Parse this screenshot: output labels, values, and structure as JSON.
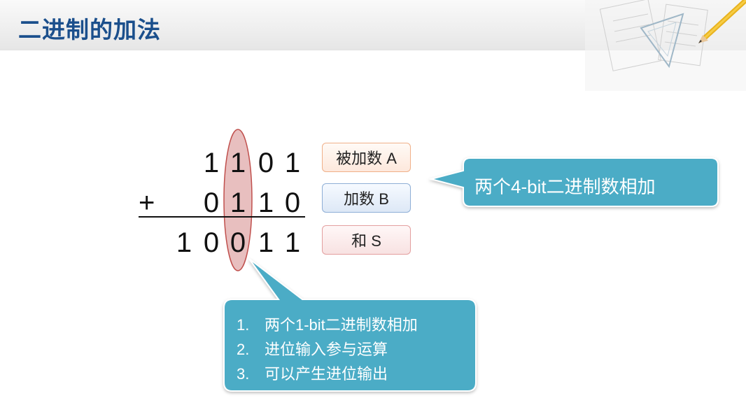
{
  "slide": {
    "title": "二进制的加法"
  },
  "addition": {
    "operand_a_digits": [
      "1",
      "1",
      "0",
      "1"
    ],
    "operator": "+",
    "operand_b_digits": [
      "0",
      "1",
      "1",
      "0"
    ],
    "sum_digits": [
      "1",
      "0",
      "0",
      "1",
      "1"
    ]
  },
  "labels": {
    "operand_a": "被加数 A",
    "operand_b": "加数 B",
    "sum": "和 S"
  },
  "callouts": {
    "summary": "两个4-bit二进制数相加",
    "bit_notes": [
      {
        "num": "1.",
        "text": "两个1-bit二进制数相加"
      },
      {
        "num": "2.",
        "text": "进位输入参与运算"
      },
      {
        "num": "3.",
        "text": "可以产生进位输出"
      }
    ]
  },
  "colors": {
    "title": "#1b4f8c",
    "callout_fill": "#4bacc6",
    "highlight_fill": "#d99594",
    "highlight_stroke": "#c0504d"
  }
}
